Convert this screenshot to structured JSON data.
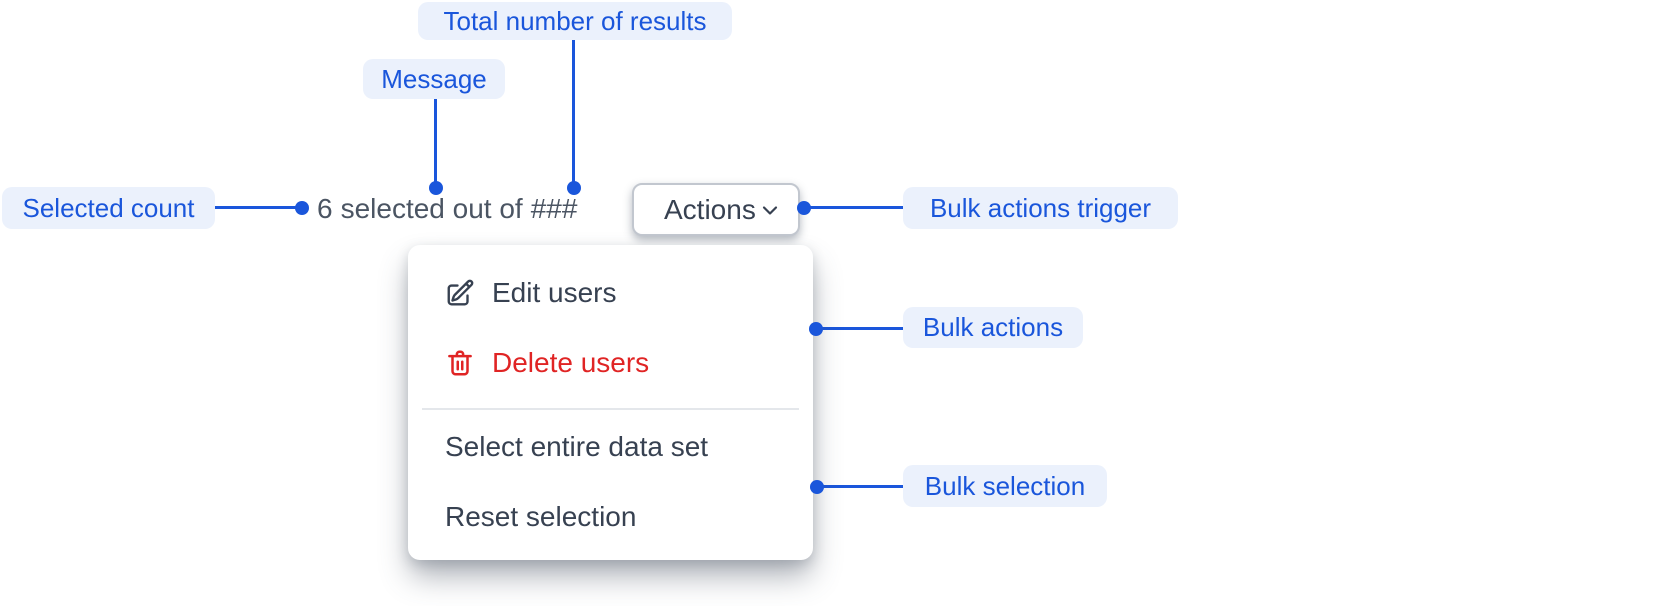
{
  "colors": {
    "annotation_blue": "#1A56DB",
    "annotation_badge_bg": "#EBF1FC",
    "menu_text": "#374151",
    "danger_red": "#E02424",
    "message_text": "#4B5563",
    "button_border": "#C2C7CF",
    "divider": "#E4E7EB",
    "surface": "#FFFFFF"
  },
  "annotations": {
    "selected_count": "Selected count",
    "message": "Message",
    "total_results": "Total number of results",
    "bulk_actions_trigger": "Bulk actions trigger",
    "bulk_actions": "Bulk actions",
    "bulk_selection": "Bulk selection"
  },
  "selection_bar": {
    "count": "6",
    "message": "selected out of",
    "total": "###"
  },
  "actions_button": {
    "label": "Actions",
    "icon": "chevron-down-icon"
  },
  "menu": {
    "items": [
      {
        "label": "Edit users",
        "icon": "pencil-square-icon",
        "variant": "default"
      },
      {
        "label": "Delete users",
        "icon": "trash-icon",
        "variant": "danger"
      },
      {
        "label": "Select entire data set",
        "icon": null,
        "variant": "default"
      },
      {
        "label": "Reset selection",
        "icon": null,
        "variant": "default"
      }
    ]
  }
}
